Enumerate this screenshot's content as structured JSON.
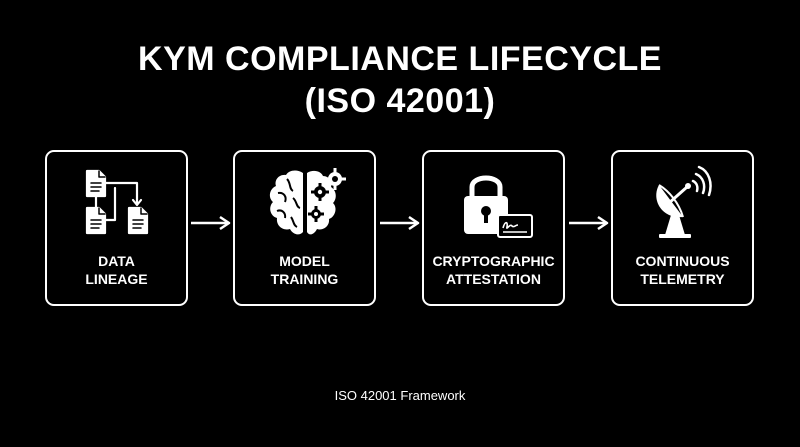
{
  "title": {
    "line1": "KYM COMPLIANCE LIFECYCLE",
    "line2": "(ISO 42001)"
  },
  "steps": [
    {
      "line1": "DATA",
      "line2": "LINEAGE",
      "icon": "document-flow-icon"
    },
    {
      "line1": "MODEL",
      "line2": "TRAINING",
      "icon": "brain-gear-icon"
    },
    {
      "line1": "CRYPTOGRAPHIC",
      "line2": "ATTESTATION",
      "icon": "padlock-signature-icon"
    },
    {
      "line1": "CONTINUOUS",
      "line2": "TELEMETRY",
      "icon": "satellite-dish-icon"
    }
  ],
  "footer": "ISO 42001 Framework",
  "colors": {
    "background": "#000000",
    "foreground": "#ffffff"
  }
}
